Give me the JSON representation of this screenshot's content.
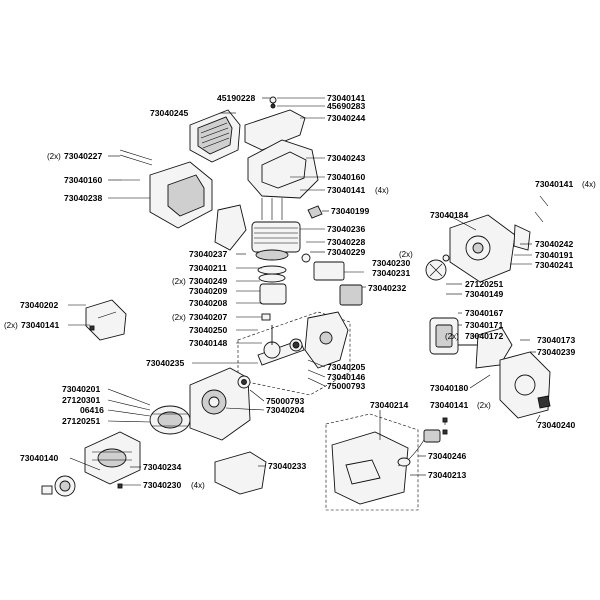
{
  "diagram": {
    "labels": {
      "l45190228": "45190228",
      "l73040141_a": "73040141",
      "l45690283": "45690283",
      "l73040245": "73040245",
      "l73040244": "73040244",
      "q73040227": "(2x)",
      "l73040227": "73040227",
      "l73040243": "73040243",
      "l73040160_a": "73040160",
      "l73040160_b": "73040160",
      "l73040141_b": "73040141",
      "q73040141_b": "(4x)",
      "l73040238": "73040238",
      "l73040199": "73040199",
      "l73040141_c": "73040141",
      "q73040141_c": "(4x)",
      "l73040184": "73040184",
      "l73040236": "73040236",
      "l73040228": "73040228",
      "l73040229": "73040229",
      "l73040237": "73040237",
      "q73040230_a": "(2x)",
      "l73040230_a": "73040230",
      "l73040211": "73040211",
      "l73040231": "73040231",
      "l73040242": "73040242",
      "l73040191": "73040191",
      "l73040241": "73040241",
      "q73040249": "(2x)",
      "l73040249": "73040249",
      "l27120251_a": "27120251",
      "l73040209": "73040209",
      "l73040232": "73040232",
      "l73040149": "73040149",
      "l73040202": "73040202",
      "l73040208": "73040208",
      "q73040141_d": "(2x)",
      "l73040141_d": "73040141",
      "q73040207": "(2x)",
      "l73040207": "73040207",
      "l73040167": "73040167",
      "l73040171": "73040171",
      "l73040173": "73040173",
      "l73040250": "73040250",
      "q73040172": "(2x)",
      "l73040172": "73040172",
      "l73040239": "73040239",
      "l73040148": "73040148",
      "l73040235": "73040235",
      "l73040205": "73040205",
      "l73040146": "73040146",
      "l75000793_a": "75000793",
      "l73040180": "73040180",
      "l73040201": "73040201",
      "l27120301": "27120301",
      "l75000793_b": "75000793",
      "l73040214": "73040214",
      "l73040141_e": "73040141",
      "q73040141_e": "(2x)",
      "l06416": "06416",
      "l73040204": "73040204",
      "l73040240": "73040240",
      "l27120251_b": "27120251",
      "l73040140": "73040140",
      "l73040234": "73040234",
      "l73040233": "73040233",
      "l73040246": "73040246",
      "l73040230_b": "73040230",
      "q73040230_b": "(4x)",
      "l73040213": "73040213"
    }
  }
}
